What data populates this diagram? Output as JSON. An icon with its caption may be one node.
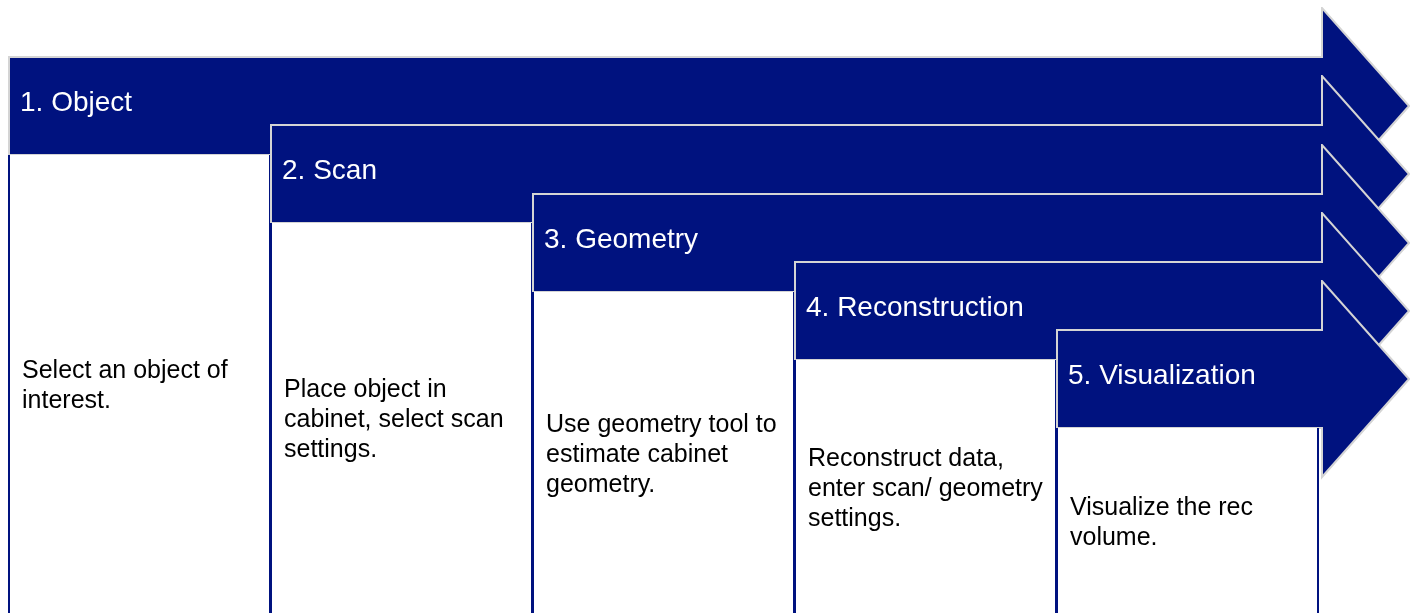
{
  "diagram": {
    "nodes": [
      {
        "text": [
          "1. Object",
          "Select an object of interest."
        ]
      },
      {
        "text": [
          "2. Scan",
          "Place object in cabinet, select scan settings."
        ]
      },
      {
        "text": [
          "3. Geometry",
          "Use geometry tool to estimate cabinet geometry."
        ]
      },
      {
        "text": [
          "4. Reconstruction",
          "Reconstruct data, enter scan/ geometry settings."
        ]
      },
      {
        "text": [
          "5. Visualization",
          "Visualize the rec volume."
        ]
      }
    ]
  }
}
